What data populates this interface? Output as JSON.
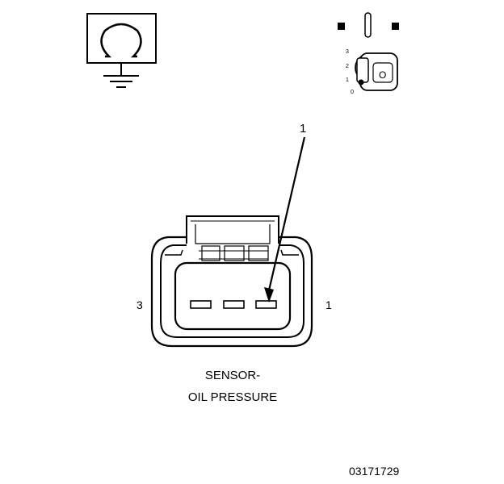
{
  "icons": {
    "ohmmeter": "ohmmeter-omega-ground-icon",
    "ignition_switch": "ignition-key-switch-icon",
    "switch_positions": [
      "3",
      "2",
      "1",
      "0"
    ],
    "key_label": "O"
  },
  "callout": {
    "number": "1"
  },
  "connector": {
    "pin_left_label": "3",
    "pin_right_label": "1",
    "caption_line1": "SENSOR-",
    "caption_line2": "OIL PRESSURE"
  },
  "figure": {
    "number": "03171729"
  },
  "colors": {
    "line": "#000000",
    "background": "#ffffff"
  }
}
